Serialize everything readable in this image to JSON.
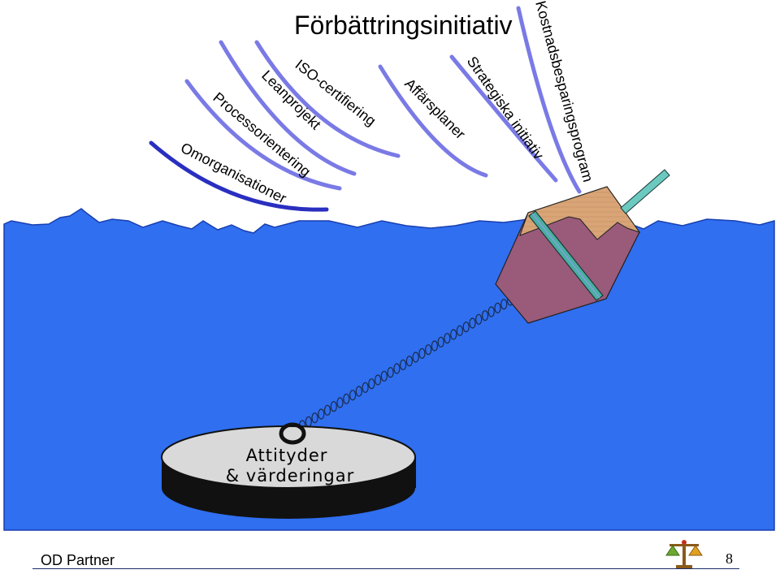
{
  "title": "Förbättringsinitiativ",
  "initiatives": {
    "omorganisationer": "Omorganisationer",
    "processorientering": "Processorientering",
    "leanprojekt": "Leanprojekt",
    "iso": "ISO-certifiering",
    "affarsplaner": "Affärsplaner",
    "strategiska": "Strategiska initiativ",
    "kostnad": "Kostnadsbesparingsprogram"
  },
  "anchor": {
    "line1": "Attityder",
    "line2": "& värderingar"
  },
  "footer": {
    "brand": "OD Partner",
    "page_number": "8"
  },
  "colors": {
    "sea": "#2f6ff0",
    "sea_outline": "#1a3fb0",
    "wave_dark": "#2a2fc0",
    "wave_light": "#7a7ae6",
    "buoy_top": "#d9a577",
    "buoy_body": "#9a5a7a",
    "stripe": "#4ab0a0",
    "anchor_top": "#d9d9d9",
    "anchor_side": "#111111"
  }
}
